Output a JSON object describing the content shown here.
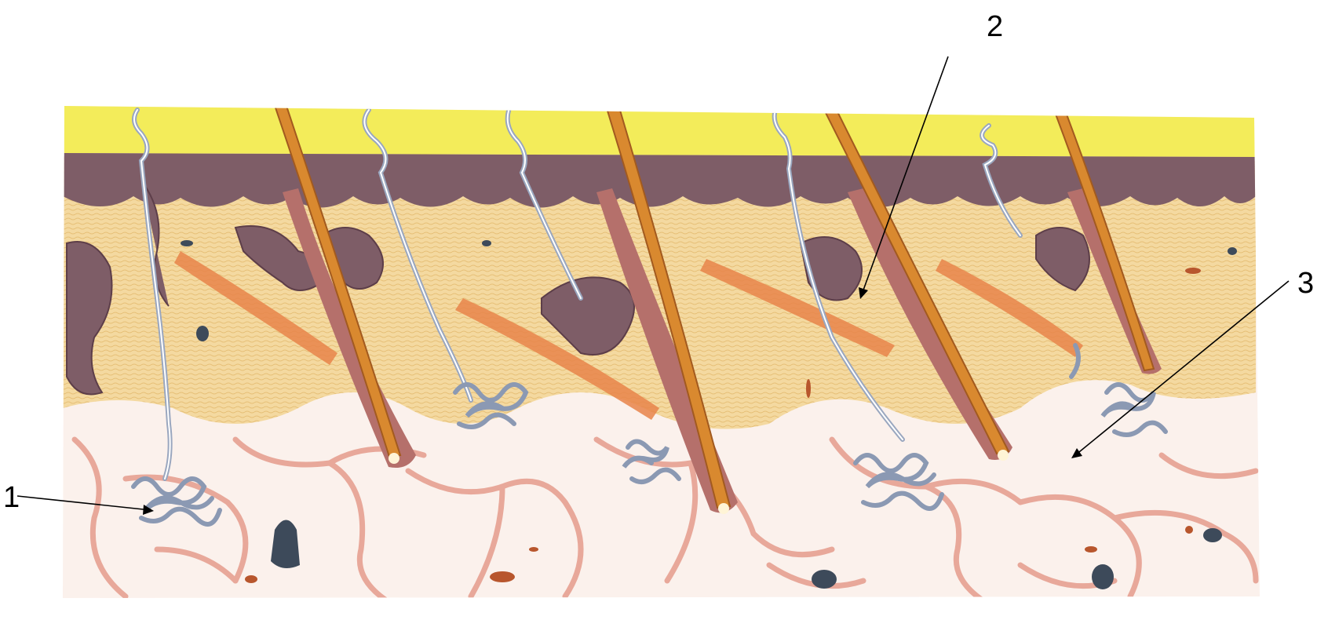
{
  "diagram": {
    "labels": [
      {
        "id": "callout-1",
        "text": "1"
      },
      {
        "id": "callout-2",
        "text": "2"
      },
      {
        "id": "callout-3",
        "text": "3"
      }
    ]
  },
  "colors": {
    "stratum_corneum": "#f3ec5a",
    "epidermis": "#7e5d67",
    "epidermis_dark": "#5d3e49",
    "dermis": "#f4d9a0",
    "dermis_stripe": "#e9c27a",
    "hypodermis": "#fbf1ec",
    "vessel": "#e8a89a",
    "hair_shaft": "#d9892f",
    "hair_shaft_dark": "#a25a1f",
    "muscle": "#e7844a",
    "gland_duct": "#9aa7bf",
    "spot_dark": "#3d4a5a",
    "spot_red": "#b8562d"
  }
}
